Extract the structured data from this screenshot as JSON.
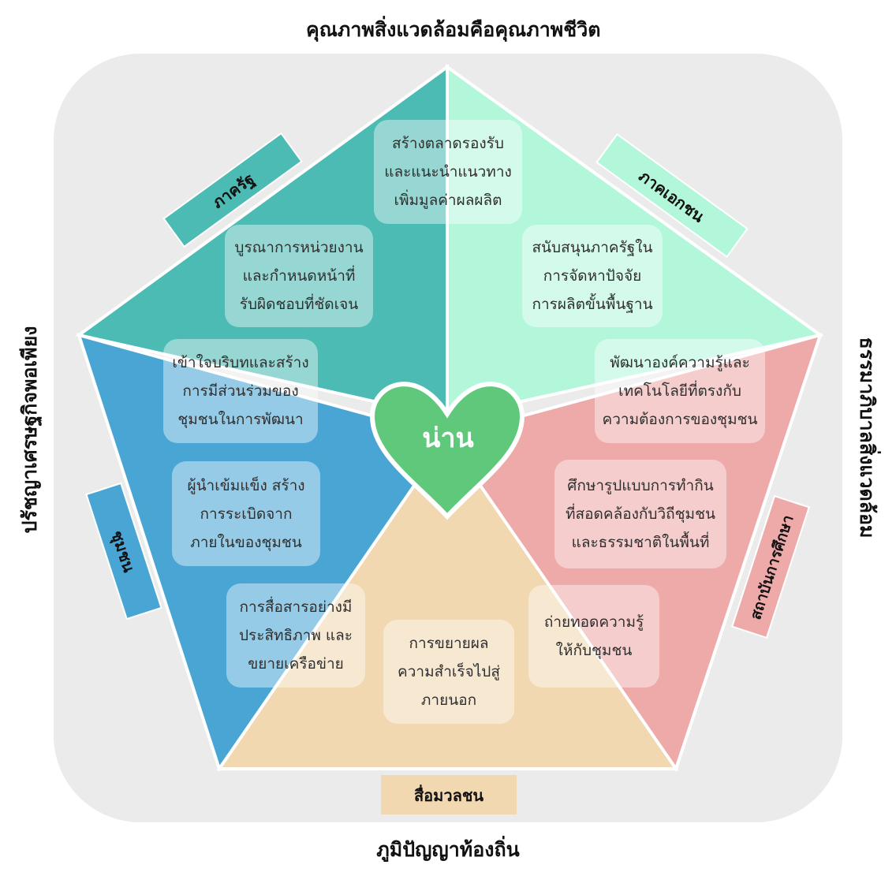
{
  "outer_labels": {
    "top": "คุณภาพสิ่งแวดล้อมคือคุณภาพชีวิต",
    "bottom": "ภูมิปัญญาท้องถิ่น",
    "left": "ปรัชญาเศรษฐกิจพอเพียง",
    "right": "ธรรมาภิบาลสิ่งแวดล้อม"
  },
  "center": {
    "label": "น่าน",
    "color": "#5fc87a"
  },
  "sectors": [
    {
      "name": "ภาครัฐ",
      "color": "#4bbbb4"
    },
    {
      "name": "ภาคเอกชน",
      "color": "#b3f7db"
    },
    {
      "name": "สถาบันการศึกษา",
      "color": "#eea9a9"
    },
    {
      "name": "สื่อมวลชน",
      "color": "#f2d8b1"
    },
    {
      "name": "ชุมชน",
      "color": "#49a6d4"
    }
  ],
  "boxes": {
    "market": "สร้างตลาดรองรับ\nและแนะนำแนวทาง\nเพิ่มมูลค่าผลผลิต",
    "integrate": "บูรณาการหน่วยงาน\nและกำหนดหน้าที่\nรับผิดชอบที่ชัดเจน",
    "support": "สนับสนุนภาครัฐใน\nการจัดหาปัจจัย\nการผลิตขั้นพื้นฐาน",
    "understand": "เข้าใจบริบทและสร้าง\nการมีส่วนร่วมของ\nชุมชนในการพัฒนา",
    "knowledge": "พัฒนาองค์ความรู้และ\nเทคโนโลยีที่ตรงกับ\nความต้องการของชุมชน",
    "leader": "ผู้นำเข้มแข็ง สร้าง\nการระเบิดจาก\nภายในของชุมชน",
    "study": "ศึกษารูปแบบการทำกิน\nที่สอดคล้องกับวิถีชุมชน\nและธรรมชาติในพื้นที่",
    "communicate": "การสื่อสารอย่างมี\nประสิทธิภาพ และ\nขยายเครือข่าย",
    "transfer": "ถ่ายทอดความรู้\nให้กับชุมชน",
    "expand": "การขยายผล\nความสำเร็จไปสู่\nภายนอก"
  }
}
